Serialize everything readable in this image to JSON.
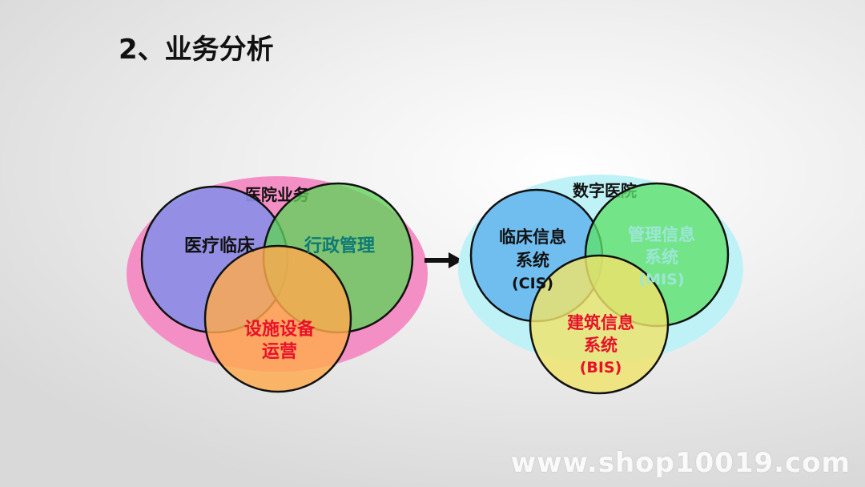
{
  "title": "2、业务分析",
  "left_group": {
    "label": "医院业务",
    "circle_a": "医疗临床",
    "circle_b": "行政管理",
    "circle_c_line1": "设施设备",
    "circle_c_line2": "运营"
  },
  "right_group": {
    "label": "数字医院",
    "cis_line1": "临床信息",
    "cis_line2": "系统",
    "cis_line3": "(CIS)",
    "mis_line1": "管理信息",
    "mis_line2": "系统",
    "mis_line3": "(MIS)",
    "bis_line1": "建筑信息",
    "bis_line2": "系统",
    "bis_line3": "(BIS)"
  },
  "watermark": "www.shop10019.com",
  "colors": {
    "left_ellipse": "#f48fc6",
    "right_ellipse": "#bff2f6",
    "blue_circle": "#8b8fe6",
    "green_circle": "#5fd257",
    "orange_circle": "#ffa94d",
    "cis_circle": "#67b8f0",
    "mis_circle": "#5fe06a",
    "bis_circle": "#efe36a",
    "red_text": "#e8102a",
    "teal_text": "#0e7a76",
    "light_text": "#9be7d6"
  }
}
